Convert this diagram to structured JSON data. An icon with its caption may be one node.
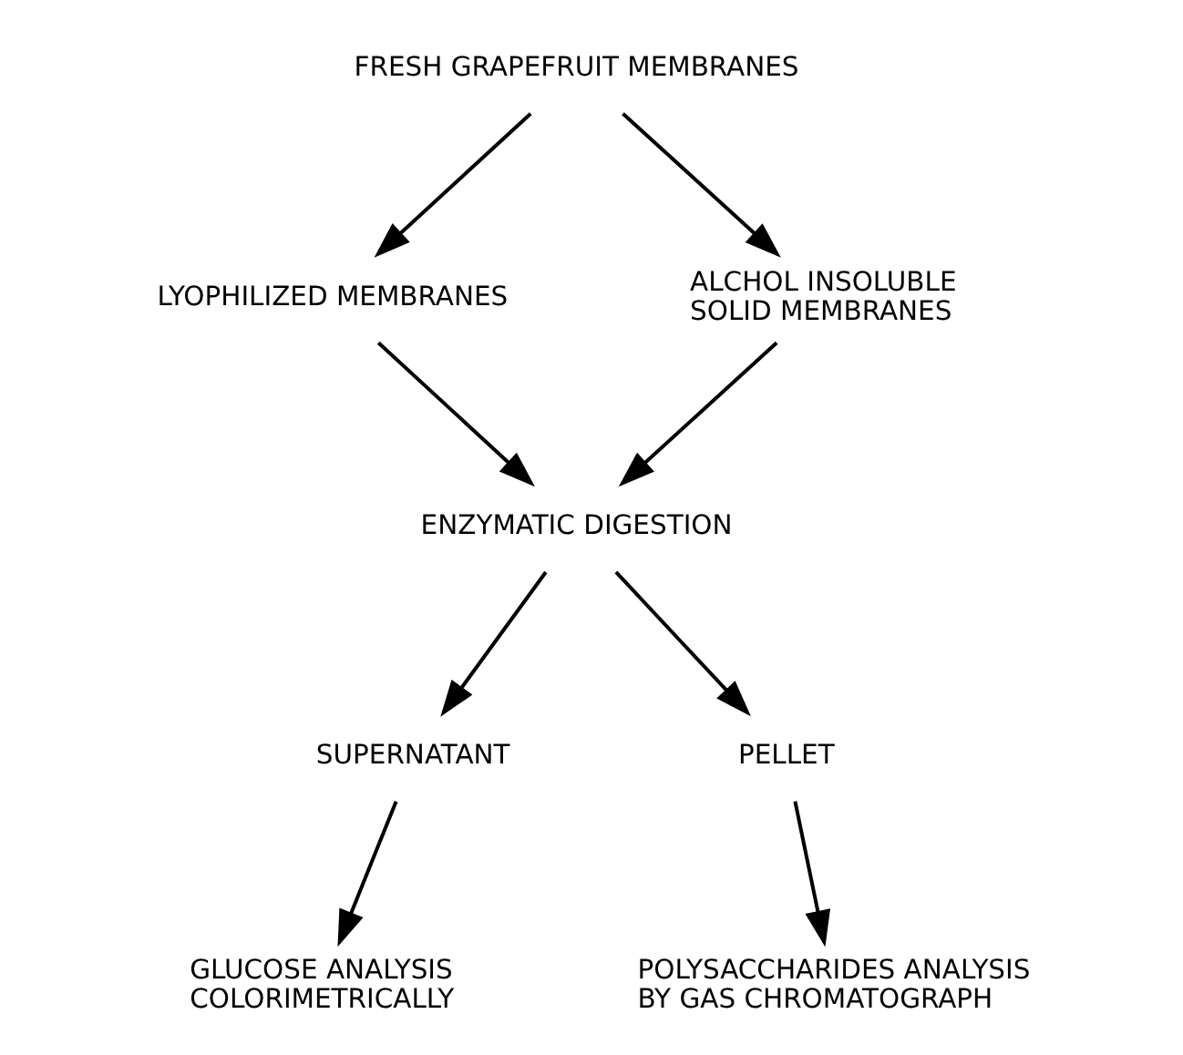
{
  "diagram": {
    "nodes": [
      {
        "text": [
          "FRESH GRAPEFRUIT MEMBRANES"
        ]
      },
      {
        "text": [
          "LYOPHILIZED MEMBRANES"
        ]
      },
      {
        "text": [
          "ALCHOL INSOLUBLE SOLID MEMBRANES"
        ]
      },
      {
        "text": [
          "ENZYMATIC DIGESTION"
        ]
      },
      {
        "text": [
          "SUPERNATANT"
        ]
      },
      {
        "text": [
          "PELLET"
        ]
      },
      {
        "text": [
          "GLUCOSE ANALYSIS COLORIMETRICALLY"
        ]
      },
      {
        "text": [
          "POLYSACCHARIDES ANALYSIS BY GAS CHROMATOGRAPH"
        ]
      }
    ],
    "edges": [
      {
        "from": 0,
        "to": 1,
        "arrow": "to"
      },
      {
        "from": 0,
        "to": 2,
        "arrow": "to"
      },
      {
        "from": 1,
        "to": 3,
        "arrow": "to"
      },
      {
        "from": 2,
        "to": 3,
        "arrow": "to"
      },
      {
        "from": 3,
        "to": 4,
        "arrow": "to"
      },
      {
        "from": 3,
        "to": 5,
        "arrow": "to"
      },
      {
        "from": 4,
        "to": 6,
        "arrow": "to"
      },
      {
        "from": 5,
        "to": 7,
        "arrow": "to"
      }
    ]
  }
}
